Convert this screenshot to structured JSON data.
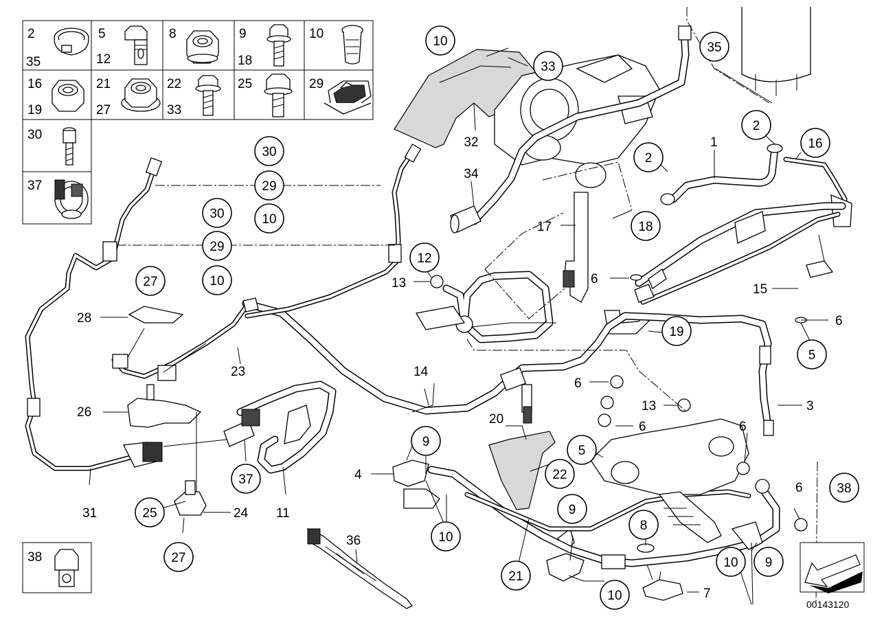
{
  "legend_cells": [
    {
      "top": "2",
      "bottom": "35"
    },
    {
      "top": "5",
      "bottom": "12"
    },
    {
      "top": "8",
      "bottom": ""
    },
    {
      "top": "9",
      "bottom": "18"
    },
    {
      "top": "10",
      "bottom": ""
    },
    {
      "top": "16",
      "bottom": "19"
    },
    {
      "top": "21",
      "bottom": "27"
    },
    {
      "top": "22",
      "bottom": "33"
    },
    {
      "top": "25",
      "bottom": ""
    },
    {
      "top": "29",
      "bottom": ""
    },
    {
      "top": "30",
      "bottom": ""
    },
    {
      "top": "37",
      "bottom": ""
    },
    {
      "top": "38",
      "bottom": ""
    }
  ],
  "callouts": [
    "10",
    "33",
    "35",
    "32",
    "2",
    "16",
    "2",
    "34",
    "18",
    "30",
    "29",
    "10",
    "30",
    "29",
    "10",
    "12",
    "27",
    "19",
    "5",
    "5",
    "9",
    "22",
    "38",
    "9",
    "8",
    "10",
    "27",
    "10",
    "9",
    "10",
    "21",
    "10",
    "25",
    "37"
  ],
  "labels": [
    "1",
    "17",
    "15",
    "6",
    "6",
    "13",
    "28",
    "23",
    "14",
    "26",
    "6",
    "13",
    "6",
    "3",
    "6",
    "20",
    "4",
    "6",
    "31",
    "24",
    "11",
    "36",
    "7"
  ],
  "diagram_id": "00143120",
  "icons": [
    "orientation-arrow-icon"
  ]
}
